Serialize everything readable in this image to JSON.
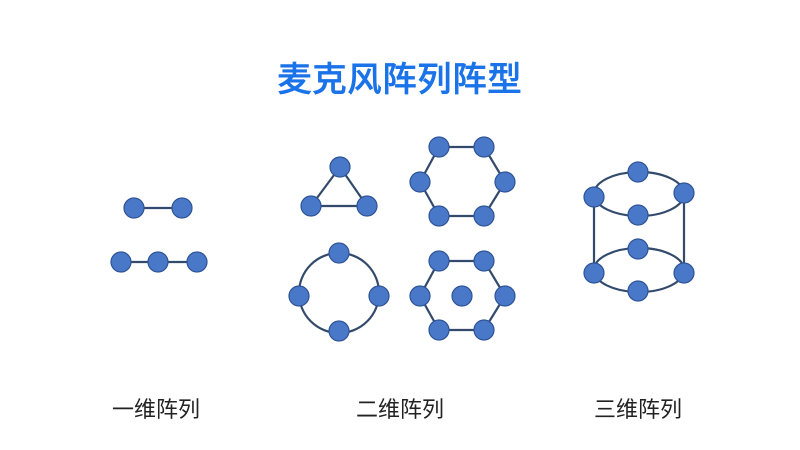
{
  "title": "麦克风阵列阵型",
  "labels": {
    "one_d": "一维阵列",
    "two_d": "二维阵列",
    "three_d": "三维阵列"
  },
  "colors": {
    "title": "#1a73e8",
    "mic_fill": "#4a78c8",
    "edge": "#334a6c"
  }
}
